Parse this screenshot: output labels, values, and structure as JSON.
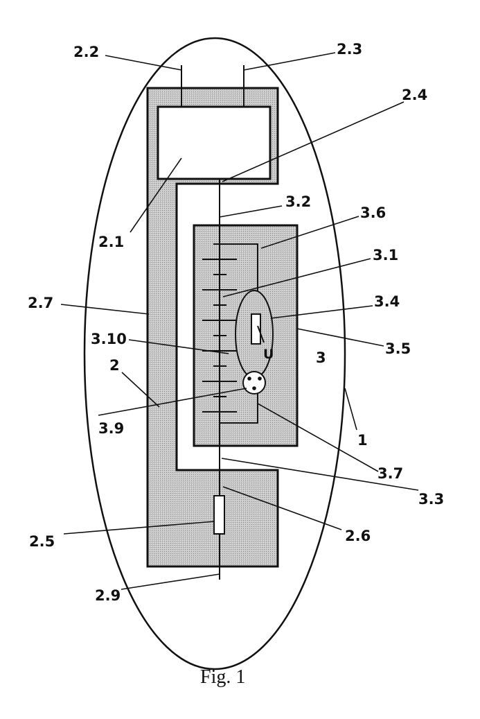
{
  "figure": {
    "caption": "Fig. 1",
    "labels": {
      "l1": "1",
      "l2": "2",
      "l2_1": "2.1",
      "l2_2": "2.2",
      "l2_3": "2.3",
      "l2_4": "2.4",
      "l2_5": "2.5",
      "l2_6": "2.6",
      "l2_7": "2.7",
      "l2_9": "2.9",
      "l3": "3",
      "l3_1": "3.1",
      "l3_2": "3.2",
      "l3_3": "3.3",
      "l3_4": "3.4",
      "l3_5": "3.5",
      "l3_6": "3.6",
      "l3_7": "3.7",
      "l3_9": "3.9",
      "l3_10": "3.10",
      "voltage": "U"
    }
  }
}
